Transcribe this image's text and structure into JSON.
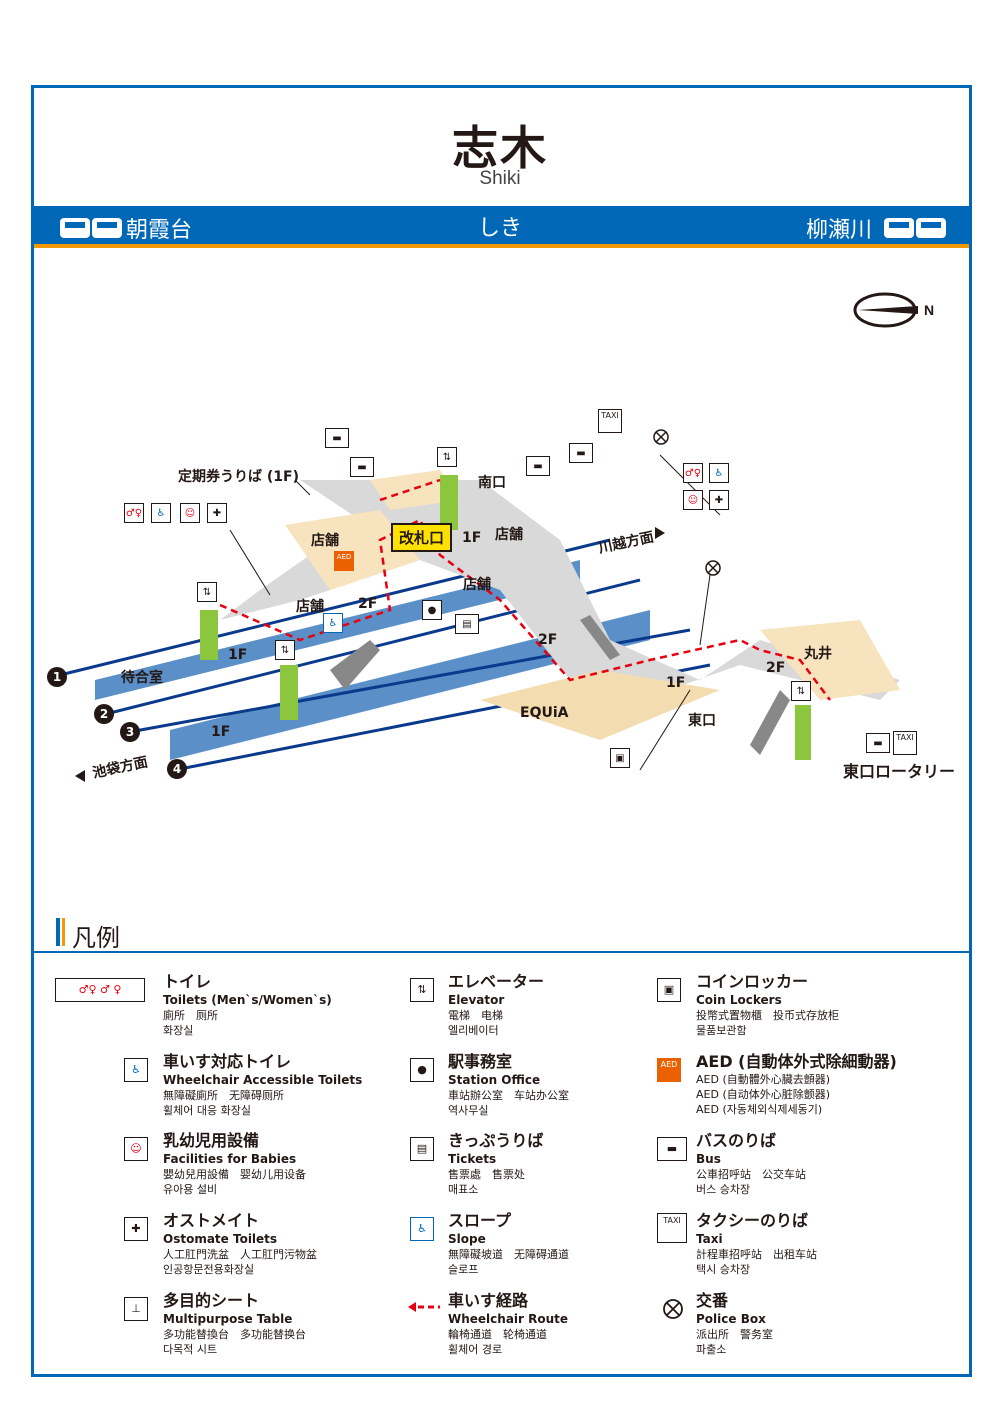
{
  "station": {
    "name": "志木",
    "roman": "Shiki",
    "hiragana": "しき"
  },
  "neighbors": {
    "left": "朝霞台",
    "right": "柳瀬川"
  },
  "map": {
    "labels": {
      "teiki": "定期券うりば (1F)",
      "south_exit": "南口",
      "east_exit": "東口",
      "east_rotary": "東口ロータリー",
      "kaisatsu": "改札口",
      "shop1": "店舗",
      "shop2": "店舗",
      "shop3": "店舗",
      "shop4": "店舗",
      "floor_2f_a": "2F",
      "floor_2f_b": "2F",
      "floor_2f_c": "2F",
      "floor_1f_a": "1F",
      "floor_1f_b": "1F",
      "floor_1f_c": "1F",
      "floor_1f_d": "1F",
      "waiting": "待合室",
      "equia": "EQUiA",
      "marui": "丸井",
      "kawagoe": "川越方面",
      "ikebukuro": "池袋方面",
      "taxi": "TAXI",
      "aed": "AED"
    },
    "platforms": [
      "1",
      "2",
      "3",
      "4"
    ]
  },
  "legend": {
    "heading": "凡例",
    "items": [
      {
        "title": "トイレ",
        "en": "Toilets (Men`s/Women`s)",
        "l1": "廁所　厕所",
        "l2": "화장실"
      },
      {
        "title": "車いす対応トイレ",
        "en": "Wheelchair Accessible Toilets",
        "l1": "無障礙廁所　无障碍厕所",
        "l2": "휠체어 대응 화장실"
      },
      {
        "title": "乳幼児用設備",
        "en": "Facilities for Babies",
        "l1": "嬰幼兒用設備　婴幼儿用设备",
        "l2": "유아용 설비"
      },
      {
        "title": "オストメイト",
        "en": "Ostomate Toilets",
        "l1": "人工肛門洗盆　人工肛門污物盆",
        "l2": "인공항문전용화장실"
      },
      {
        "title": "多目的シート",
        "en": "Multipurpose Table",
        "l1": "多功能替換台　多功能替换台",
        "l2": "다목적 시트"
      },
      {
        "title": "エレベーター",
        "en": "Elevator",
        "l1": "電梯　电梯",
        "l2": "엘리베이터"
      },
      {
        "title": "駅事務室",
        "en": "Station Office",
        "l1": "車站辦公室　车站办公室",
        "l2": "역사무실"
      },
      {
        "title": "きっぷうりば",
        "en": "Tickets",
        "l1": "售票處　售票处",
        "l2": "매표소"
      },
      {
        "title": "スロープ",
        "en": "Slope",
        "l1": "無障礙坡道　无障碍通道",
        "l2": "슬로프"
      },
      {
        "title": "車いす経路",
        "en": "Wheelchair Route",
        "l1": "輪椅通道　轮椅通道",
        "l2": "휠체어 경로"
      },
      {
        "title": "コインロッカー",
        "en": "Coin Lockers",
        "l1": "投幣式置物櫃　投币式存放柜",
        "l2": "물품보관함"
      },
      {
        "title": "AED (自動体外式除細動器)",
        "en": "AED (自動體外心臟去顫器)",
        "l1": "AED (自动体外心脏除颤器)",
        "l2": "AED (자동체외식제세동기)"
      },
      {
        "title": "バスのりば",
        "en": "Bus",
        "l1": "公車招呼站　公交车站",
        "l2": "버스 승차장"
      },
      {
        "title": "タクシーのりば",
        "en": "Taxi",
        "l1": "計程車招呼站　出租车站",
        "l2": "택시 승차장"
      },
      {
        "title": "交番",
        "en": "Police Box",
        "l1": "派出所　警务室",
        "l2": "파출소"
      }
    ]
  }
}
